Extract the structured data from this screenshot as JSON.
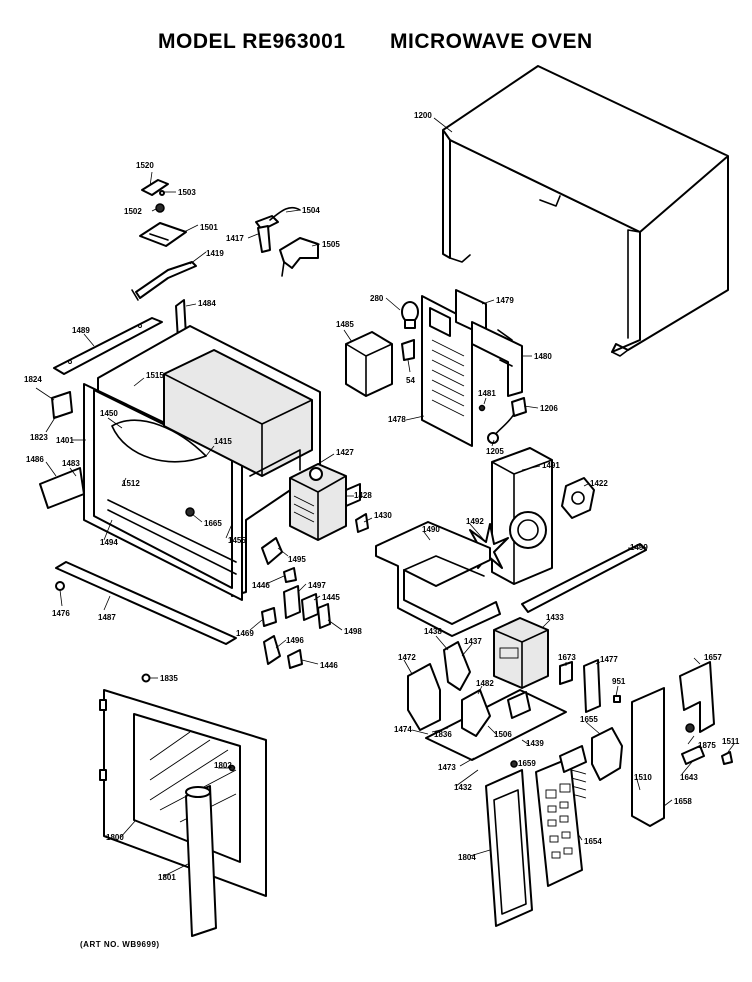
{
  "header": {
    "model": "MODEL RE963001",
    "product": "MICROWAVE OVEN"
  },
  "footer": {
    "art_number": "(ART NO. WB9699)"
  },
  "callouts": [
    {
      "id": "1200",
      "label": "1200"
    },
    {
      "id": "1520",
      "label": "1520"
    },
    {
      "id": "1503",
      "label": "1503"
    },
    {
      "id": "1502",
      "label": "1502"
    },
    {
      "id": "1501",
      "label": "1501"
    },
    {
      "id": "1504",
      "label": "1504"
    },
    {
      "id": "1417",
      "label": "1417"
    },
    {
      "id": "1505",
      "label": "1505"
    },
    {
      "id": "1419",
      "label": "1419"
    },
    {
      "id": "1484",
      "label": "1484"
    },
    {
      "id": "1489",
      "label": "1489"
    },
    {
      "id": "280",
      "label": "280"
    },
    {
      "id": "1479",
      "label": "1479"
    },
    {
      "id": "1485",
      "label": "1485"
    },
    {
      "id": "1480",
      "label": "1480"
    },
    {
      "id": "54",
      "label": "54"
    },
    {
      "id": "1481",
      "label": "1481"
    },
    {
      "id": "1478",
      "label": "1478"
    },
    {
      "id": "1206",
      "label": "1206"
    },
    {
      "id": "1824",
      "label": "1824"
    },
    {
      "id": "1515",
      "label": "1515"
    },
    {
      "id": "1823",
      "label": "1823"
    },
    {
      "id": "1450",
      "label": "1450"
    },
    {
      "id": "1401",
      "label": "1401"
    },
    {
      "id": "1415",
      "label": "1415"
    },
    {
      "id": "1427",
      "label": "1427"
    },
    {
      "id": "1205",
      "label": "1205"
    },
    {
      "id": "1491",
      "label": "1491"
    },
    {
      "id": "1486",
      "label": "1486"
    },
    {
      "id": "1483",
      "label": "1483"
    },
    {
      "id": "1512",
      "label": "1512"
    },
    {
      "id": "1428",
      "label": "1428"
    },
    {
      "id": "1422",
      "label": "1422"
    },
    {
      "id": "1430",
      "label": "1430"
    },
    {
      "id": "1665",
      "label": "1665"
    },
    {
      "id": "1494",
      "label": "1494"
    },
    {
      "id": "1455",
      "label": "1455"
    },
    {
      "id": "1490",
      "label": "1490"
    },
    {
      "id": "1492",
      "label": "1492"
    },
    {
      "id": "1495",
      "label": "1495"
    },
    {
      "id": "1499",
      "label": "1499"
    },
    {
      "id": "1446a",
      "label": "1446"
    },
    {
      "id": "1497",
      "label": "1497"
    },
    {
      "id": "1476",
      "label": "1476"
    },
    {
      "id": "1445",
      "label": "1445"
    },
    {
      "id": "1487",
      "label": "1487"
    },
    {
      "id": "1469",
      "label": "1469"
    },
    {
      "id": "1496",
      "label": "1496"
    },
    {
      "id": "1498",
      "label": "1498"
    },
    {
      "id": "1433",
      "label": "1433"
    },
    {
      "id": "1446b",
      "label": "1446"
    },
    {
      "id": "1438",
      "label": "1438"
    },
    {
      "id": "1437",
      "label": "1437"
    },
    {
      "id": "1472",
      "label": "1472"
    },
    {
      "id": "1673",
      "label": "1673"
    },
    {
      "id": "1477",
      "label": "1477"
    },
    {
      "id": "1657",
      "label": "1657"
    },
    {
      "id": "1835",
      "label": "1835"
    },
    {
      "id": "1482",
      "label": "1482"
    },
    {
      "id": "951",
      "label": "951"
    },
    {
      "id": "1474",
      "label": "1474"
    },
    {
      "id": "1655",
      "label": "1655"
    },
    {
      "id": "1506",
      "label": "1506"
    },
    {
      "id": "1439",
      "label": "1439"
    },
    {
      "id": "1836",
      "label": "1836"
    },
    {
      "id": "1875",
      "label": "1875"
    },
    {
      "id": "1511",
      "label": "1511"
    },
    {
      "id": "1473",
      "label": "1473"
    },
    {
      "id": "1659",
      "label": "1659"
    },
    {
      "id": "1643",
      "label": "1643"
    },
    {
      "id": "1802",
      "label": "1802"
    },
    {
      "id": "1432",
      "label": "1432"
    },
    {
      "id": "1510",
      "label": "1510"
    },
    {
      "id": "1658",
      "label": "1658"
    },
    {
      "id": "1800",
      "label": "1800"
    },
    {
      "id": "1804",
      "label": "1804"
    },
    {
      "id": "1654",
      "label": "1654"
    },
    {
      "id": "1801",
      "label": "1801"
    }
  ]
}
